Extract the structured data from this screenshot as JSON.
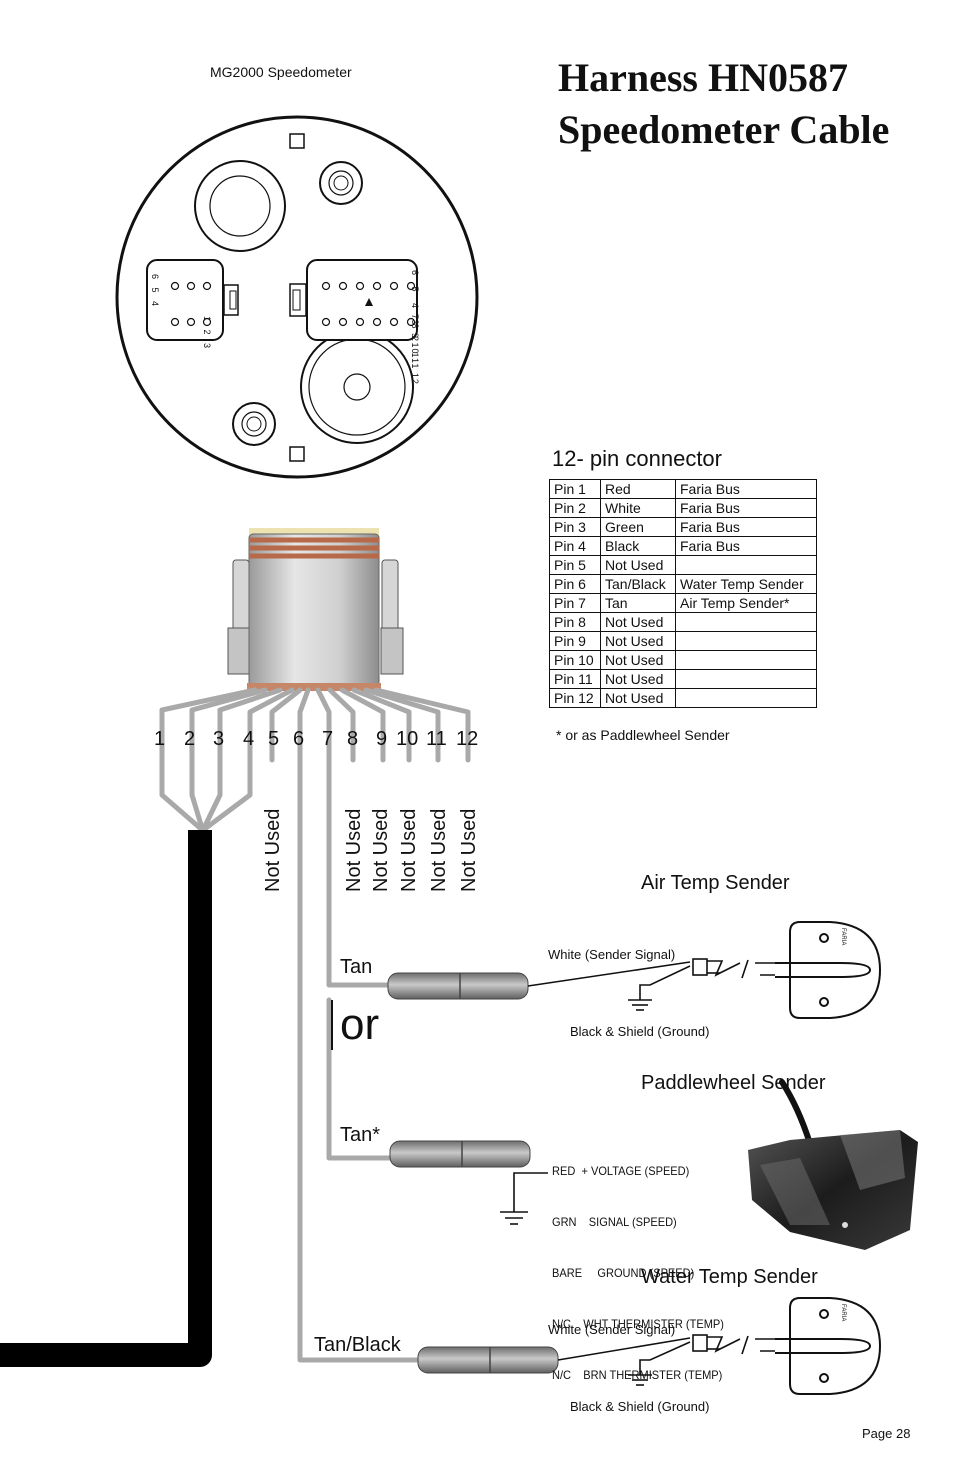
{
  "title_line1": "Harness HN0587",
  "title_line2": "Speedometer Cable",
  "gauge_label": "MG2000 Speedometer",
  "connector_title": "12- pin connector",
  "connector_note": "* or as Paddlewheel Sender",
  "pin_table": [
    {
      "pin": "Pin 1",
      "color": "Red",
      "function": "Faria Bus"
    },
    {
      "pin": "Pin 2",
      "color": "White",
      "function": "Faria Bus"
    },
    {
      "pin": "Pin 3",
      "color": "Green",
      "function": "Faria Bus"
    },
    {
      "pin": "Pin 4",
      "color": "Black",
      "function": "Faria Bus"
    },
    {
      "pin": "Pin 5",
      "color": "Not Used",
      "function": ""
    },
    {
      "pin": "Pin 6",
      "color": "Tan/Black",
      "function": "Water Temp Sender"
    },
    {
      "pin": "Pin 7",
      "color": "Tan",
      "function": "Air Temp Sender*"
    },
    {
      "pin": "Pin 8",
      "color": "Not Used",
      "function": ""
    },
    {
      "pin": "Pin 9",
      "color": "Not Used",
      "function": ""
    },
    {
      "pin": "Pin 10",
      "color": "Not Used",
      "function": ""
    },
    {
      "pin": "Pin 11",
      "color": "Not Used",
      "function": ""
    },
    {
      "pin": "Pin 12",
      "color": "Not Used",
      "function": ""
    }
  ],
  "wire_numbers": [
    "1",
    "2",
    "3",
    "4",
    "5",
    "6",
    "7",
    "8",
    "9",
    "10",
    "11",
    "12"
  ],
  "not_used_label": "Not Used",
  "gauge_pins_left_top": "6 5 4",
  "gauge_pins_left_bottom": "1 2 3",
  "gauge_pins_right_top": "6 5 4 3 2 1",
  "gauge_pins_right_bottom": "7 8 9 10 11 12",
  "air_temp": {
    "title": "Air Temp Sender",
    "wire_label": "Tan",
    "signal": "White (Sender Signal)",
    "ground": "Black & Shield (Ground)",
    "brand": "FARIA"
  },
  "or_text": "or",
  "paddlewheel": {
    "title": "Paddlewheel Sender",
    "wire_label": "Tan*",
    "lines": [
      "RED  + VOLTAGE (SPEED)",
      "GRN    SIGNAL (SPEED)",
      "BARE     GROUND (SPEED)",
      "N/C    WHT THERMISTER (TEMP)",
      "N/C    BRN THERMISTER (TEMP)"
    ]
  },
  "water_temp": {
    "title": "Water Temp Sender",
    "wire_label": "Tan/Black",
    "signal": "White (Sender Signal)",
    "ground": "Black & Shield (Ground)",
    "brand": "FARIA"
  },
  "page_number": "Page 28",
  "colors": {
    "wire": "#a9a9a9",
    "cable": "#000000",
    "connector": "#c8c8c8",
    "band": "#c0734a"
  }
}
